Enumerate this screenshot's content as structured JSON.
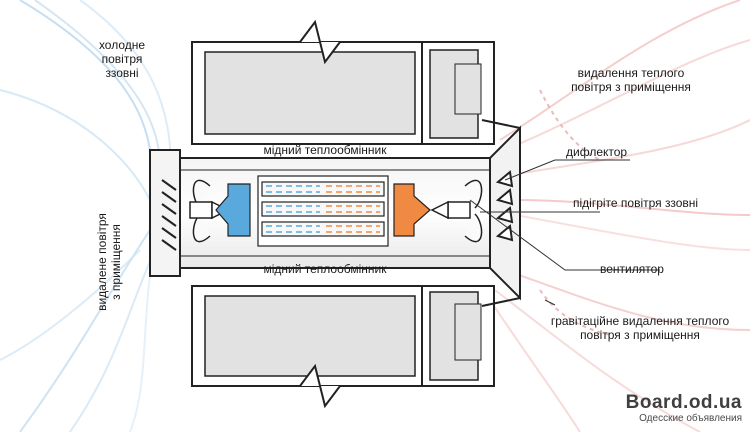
{
  "labels": {
    "cold_air": [
      "холодне",
      "повітря",
      "ззовні"
    ],
    "removed_air": [
      "видалене повітря",
      "з приміщення"
    ],
    "exchanger_top": "мідний теплообмінник",
    "exchanger_bottom": "мідний теплообмінник",
    "warm_removal": [
      "видалення теплого",
      "повітря з приміщення"
    ],
    "deflector": "дифлектор",
    "heated_air": "підігріте повітря ззовні",
    "fan": "вентилятор",
    "gravity_removal": [
      "гравітаційне видалення теплого",
      "повітря з приміщення"
    ]
  },
  "watermark": {
    "main": "Board.od.ua",
    "sub": "Одесские объявления"
  },
  "colors": {
    "cold": "#5aa9dc",
    "warm": "#f08a43",
    "wall": "#e2e2e2",
    "outline": "#222222"
  },
  "icons": [
    "fan-icon",
    "louver-icon",
    "deflector-icon",
    "break-line-icon"
  ]
}
